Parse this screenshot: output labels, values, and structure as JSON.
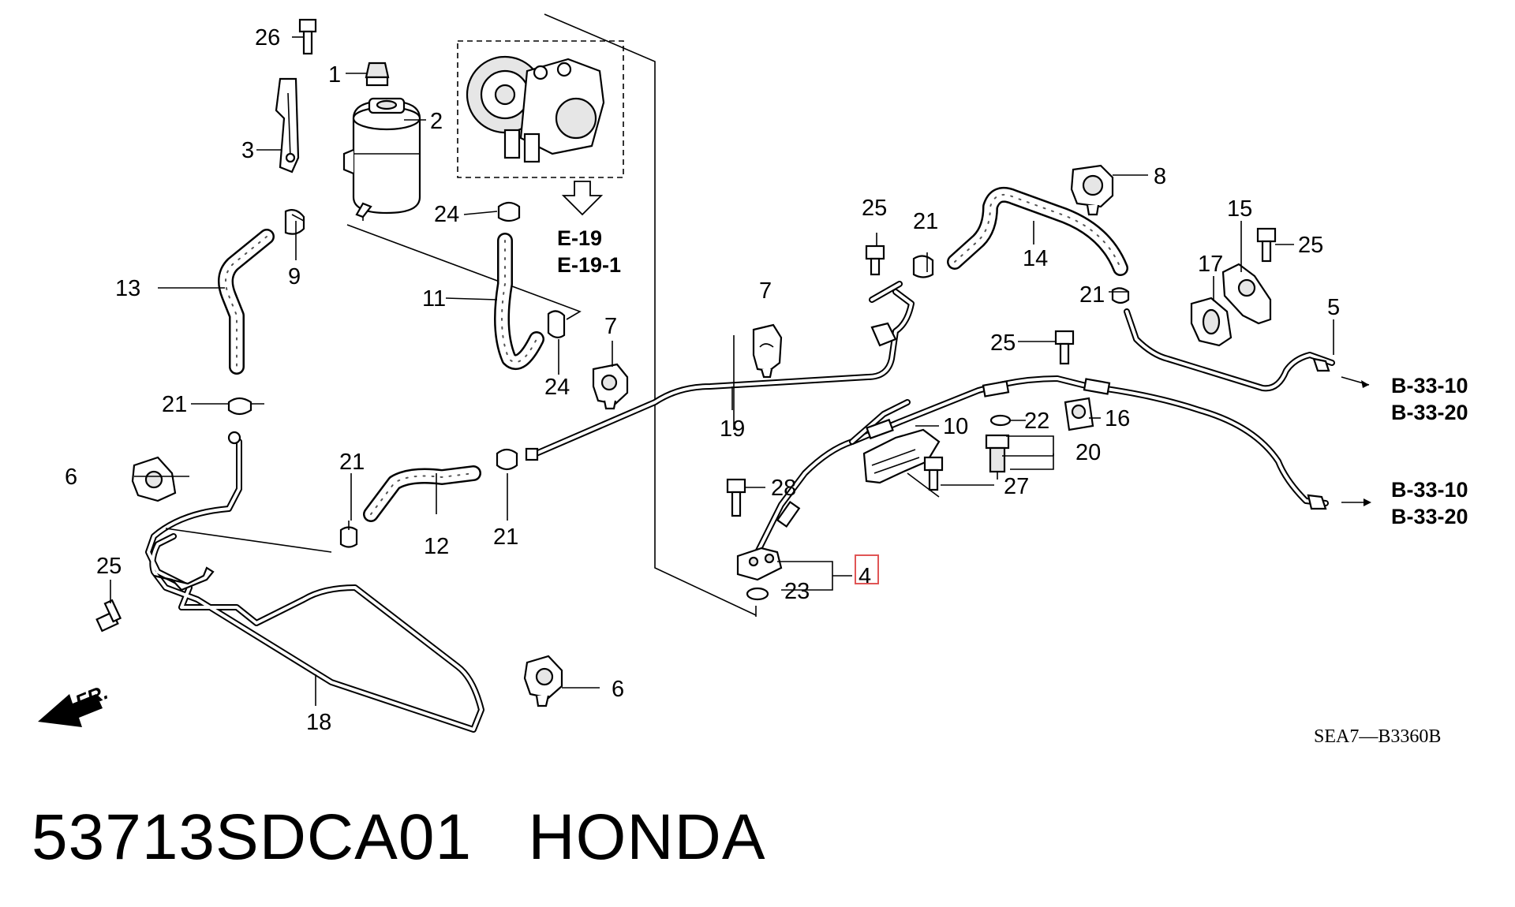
{
  "callouts": {
    "p1": "1",
    "p2": "2",
    "p3": "3",
    "p4": "4",
    "p5": "5",
    "p6a": "6",
    "p6b": "6",
    "p7a": "7",
    "p7b": "7",
    "p8": "8",
    "p9": "9",
    "p10": "10",
    "p11": "11",
    "p12": "12",
    "p13": "13",
    "p14": "14",
    "p15": "15",
    "p16": "16",
    "p17": "17",
    "p18": "18",
    "p19": "19",
    "p20": "20",
    "p21a": "21",
    "p21b": "21",
    "p21c": "21",
    "p21d": "21",
    "p21e": "21",
    "p22": "22",
    "p23": "23",
    "p24a": "24",
    "p24b": "24",
    "p25a": "25",
    "p25b": "25",
    "p25c": "25",
    "p25d": "25",
    "p26": "26",
    "p27": "27",
    "p28": "28"
  },
  "references": {
    "e19": "E-19",
    "e191": "E-19-1",
    "b3310a": "B-33-10",
    "b3320a": "B-33-20",
    "b3310b": "B-33-10",
    "b3320b": "B-33-20"
  },
  "front_marker": "FR.",
  "diagram_code": "SEA7—B3360B",
  "footer": {
    "part_number": "53713SDCA01",
    "brand": "HONDA"
  },
  "highlight_color": "#e05555"
}
